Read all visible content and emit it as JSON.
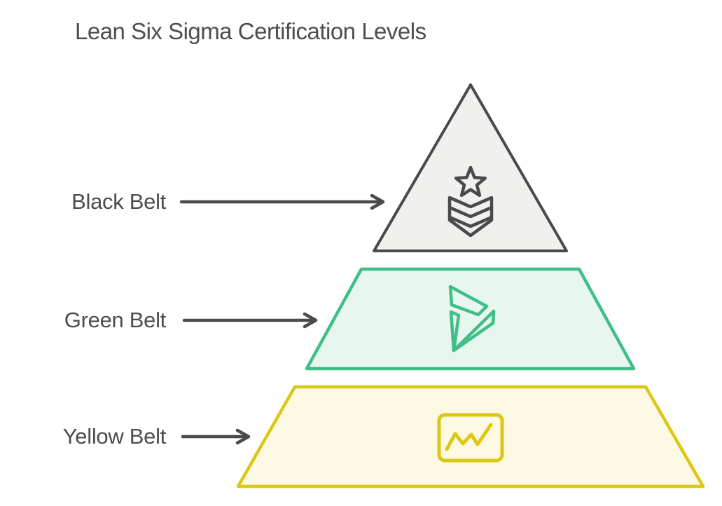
{
  "title": "Lean Six Sigma Certification Levels",
  "colors": {
    "background": "#ffffff",
    "text": "#4d4d4d",
    "arrow": "#4a4a4a",
    "gray-stroke": "#4a4a4a",
    "gray-fill": "#f0f0ee",
    "green-stroke": "#3fbe87",
    "green-fill": "#e7f7ef",
    "yellow-stroke": "#ddc713",
    "yellow-fill": "#fdf9e3"
  },
  "pyramid": {
    "levels": [
      {
        "rank": 1,
        "label": "Black Belt",
        "position": "top",
        "icon": "military-rank-icon",
        "fill": "#f0f0ee",
        "stroke": "#4a4a4a"
      },
      {
        "rank": 2,
        "label": "Green Belt",
        "position": "middle",
        "icon": "geometric-arrow-icon",
        "fill": "#e7f7ef",
        "stroke": "#3fbe87"
      },
      {
        "rank": 3,
        "label": "Yellow Belt",
        "position": "bottom",
        "icon": "line-chart-icon",
        "fill": "#fdf9e3",
        "stroke": "#ddc713"
      }
    ]
  }
}
